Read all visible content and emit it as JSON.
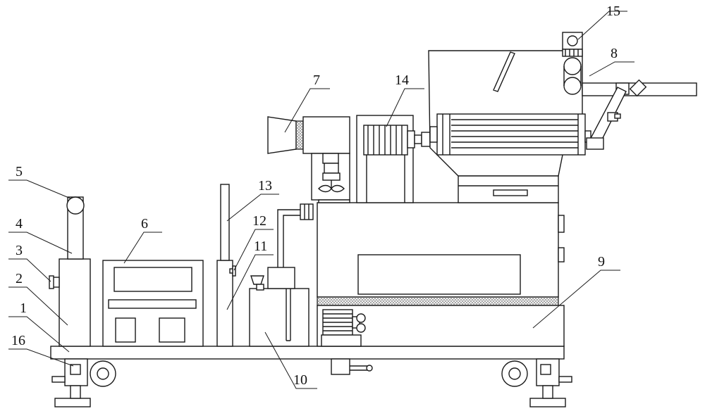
{
  "labels": {
    "l1": "1",
    "l2": "2",
    "l3": "3",
    "l4": "4",
    "l5": "5",
    "l6": "6",
    "l7": "7",
    "l8": "8",
    "l9": "9",
    "l10": "10",
    "l11": "11",
    "l12": "12",
    "l13": "13",
    "l14": "14",
    "l15": "15",
    "l16": "16"
  },
  "colors": {
    "line": "#1a1a1a",
    "hatch": "#8a8a8a",
    "background": "#ffffff"
  }
}
